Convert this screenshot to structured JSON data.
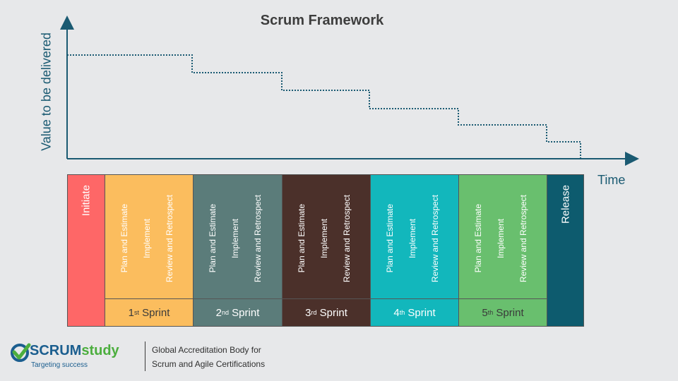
{
  "title": "Scrum Framework",
  "y_axis_label": "Value to be delivered",
  "x_axis_label": "Time",
  "initiate": {
    "label": "Initiate",
    "color": "#fe6767"
  },
  "release": {
    "label": "Release",
    "color": "#0d5b6e"
  },
  "sprint_activities": [
    "Plan and Estimate",
    "Implement",
    "Review and Retrospect"
  ],
  "sprints": [
    {
      "num": "1",
      "sup": "st",
      "word": "Sprint",
      "color": "#fbbd5e",
      "text_color": "#3a3a3a"
    },
    {
      "num": "2",
      "sup": "nd",
      "word": "Sprint",
      "color": "#5b7c7a",
      "text_color": "#ffffff"
    },
    {
      "num": "3",
      "sup": "rd",
      "word": "Sprint",
      "color": "#4b302a",
      "text_color": "#ffffff"
    },
    {
      "num": "4",
      "sup": "th",
      "word": "Sprint",
      "color": "#12b7bc",
      "text_color": "#ffffff"
    },
    {
      "num": "5",
      "sup": "th",
      "word": "Sprint",
      "color": "#69bf6e",
      "text_color": "#3a3a3a"
    }
  ],
  "footer": {
    "logo_primary": "SCRUM",
    "logo_secondary": "study",
    "logo_tagline": "Targeting success",
    "line1": "Global Accreditation Body for",
    "line2": "Scrum and Agile Certifications"
  },
  "colors": {
    "axis": "#1a5a72",
    "burndown": "#1a5a72"
  }
}
